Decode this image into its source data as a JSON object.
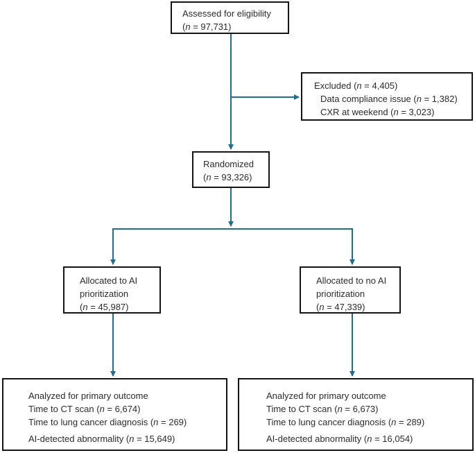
{
  "colors": {
    "arrow": "#1f6e8e",
    "box_border": "#141414",
    "text": "#2b2b2b",
    "background": "#ffffff"
  },
  "boxes": {
    "assessed": {
      "lines": [
        "Assessed for eligibility",
        "(n = 97,731)"
      ]
    },
    "excluded": {
      "lines": [
        "Excluded (n = 4,405)",
        "Data compliance issue (n = 1,382)",
        "CXR at weekend (n = 3,023)"
      ]
    },
    "randomized": {
      "lines": [
        "Randomized",
        "(n = 93,326)"
      ]
    },
    "allocated_ai": {
      "lines": [
        "Allocated to AI",
        "prioritization",
        "(n = 45,987)"
      ]
    },
    "allocated_no_ai": {
      "lines": [
        "Allocated to no AI",
        "prioritization",
        "(n = 47,339)"
      ]
    },
    "analyzed_ai": {
      "lines": [
        "Analyzed for primary outcome",
        "Time to CT scan (n = 6,674)",
        "Time to lung cancer diagnosis (n = 269)",
        "AI-detected abnormality (n = 15,649)"
      ]
    },
    "analyzed_no_ai": {
      "lines": [
        "Analyzed for primary outcome",
        "Time to CT scan (n = 6,673)",
        "Time to lung cancer diagnosis (n = 289)",
        "AI-detected abnormality (n = 16,054)"
      ]
    }
  }
}
